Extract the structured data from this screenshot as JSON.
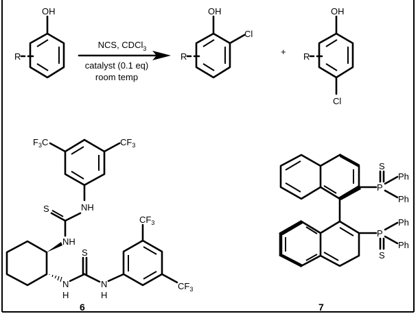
{
  "reaction": {
    "reagent_line1": "NCS, CDCl",
    "reagent_line1_sub": "3",
    "reagent_line2": "catalyst (0.1 eq)",
    "reagent_line3": "room temp",
    "plus": "+",
    "substrate": {
      "oh": "OH",
      "r": "R"
    },
    "product_ortho": {
      "oh": "OH",
      "r": "R",
      "cl": "Cl"
    },
    "product_para": {
      "oh": "OH",
      "r": "R",
      "cl": "Cl"
    }
  },
  "compound6": {
    "label": "6",
    "f3c": "F",
    "f3c_sub": "3",
    "f3c_c": "C",
    "cf3": "CF",
    "cf3_sub": "3",
    "s": "S",
    "nh": "NH",
    "n": "N",
    "h": "H"
  },
  "compound7": {
    "label": "7",
    "p": "P",
    "s": "S",
    "ph": "Ph"
  }
}
